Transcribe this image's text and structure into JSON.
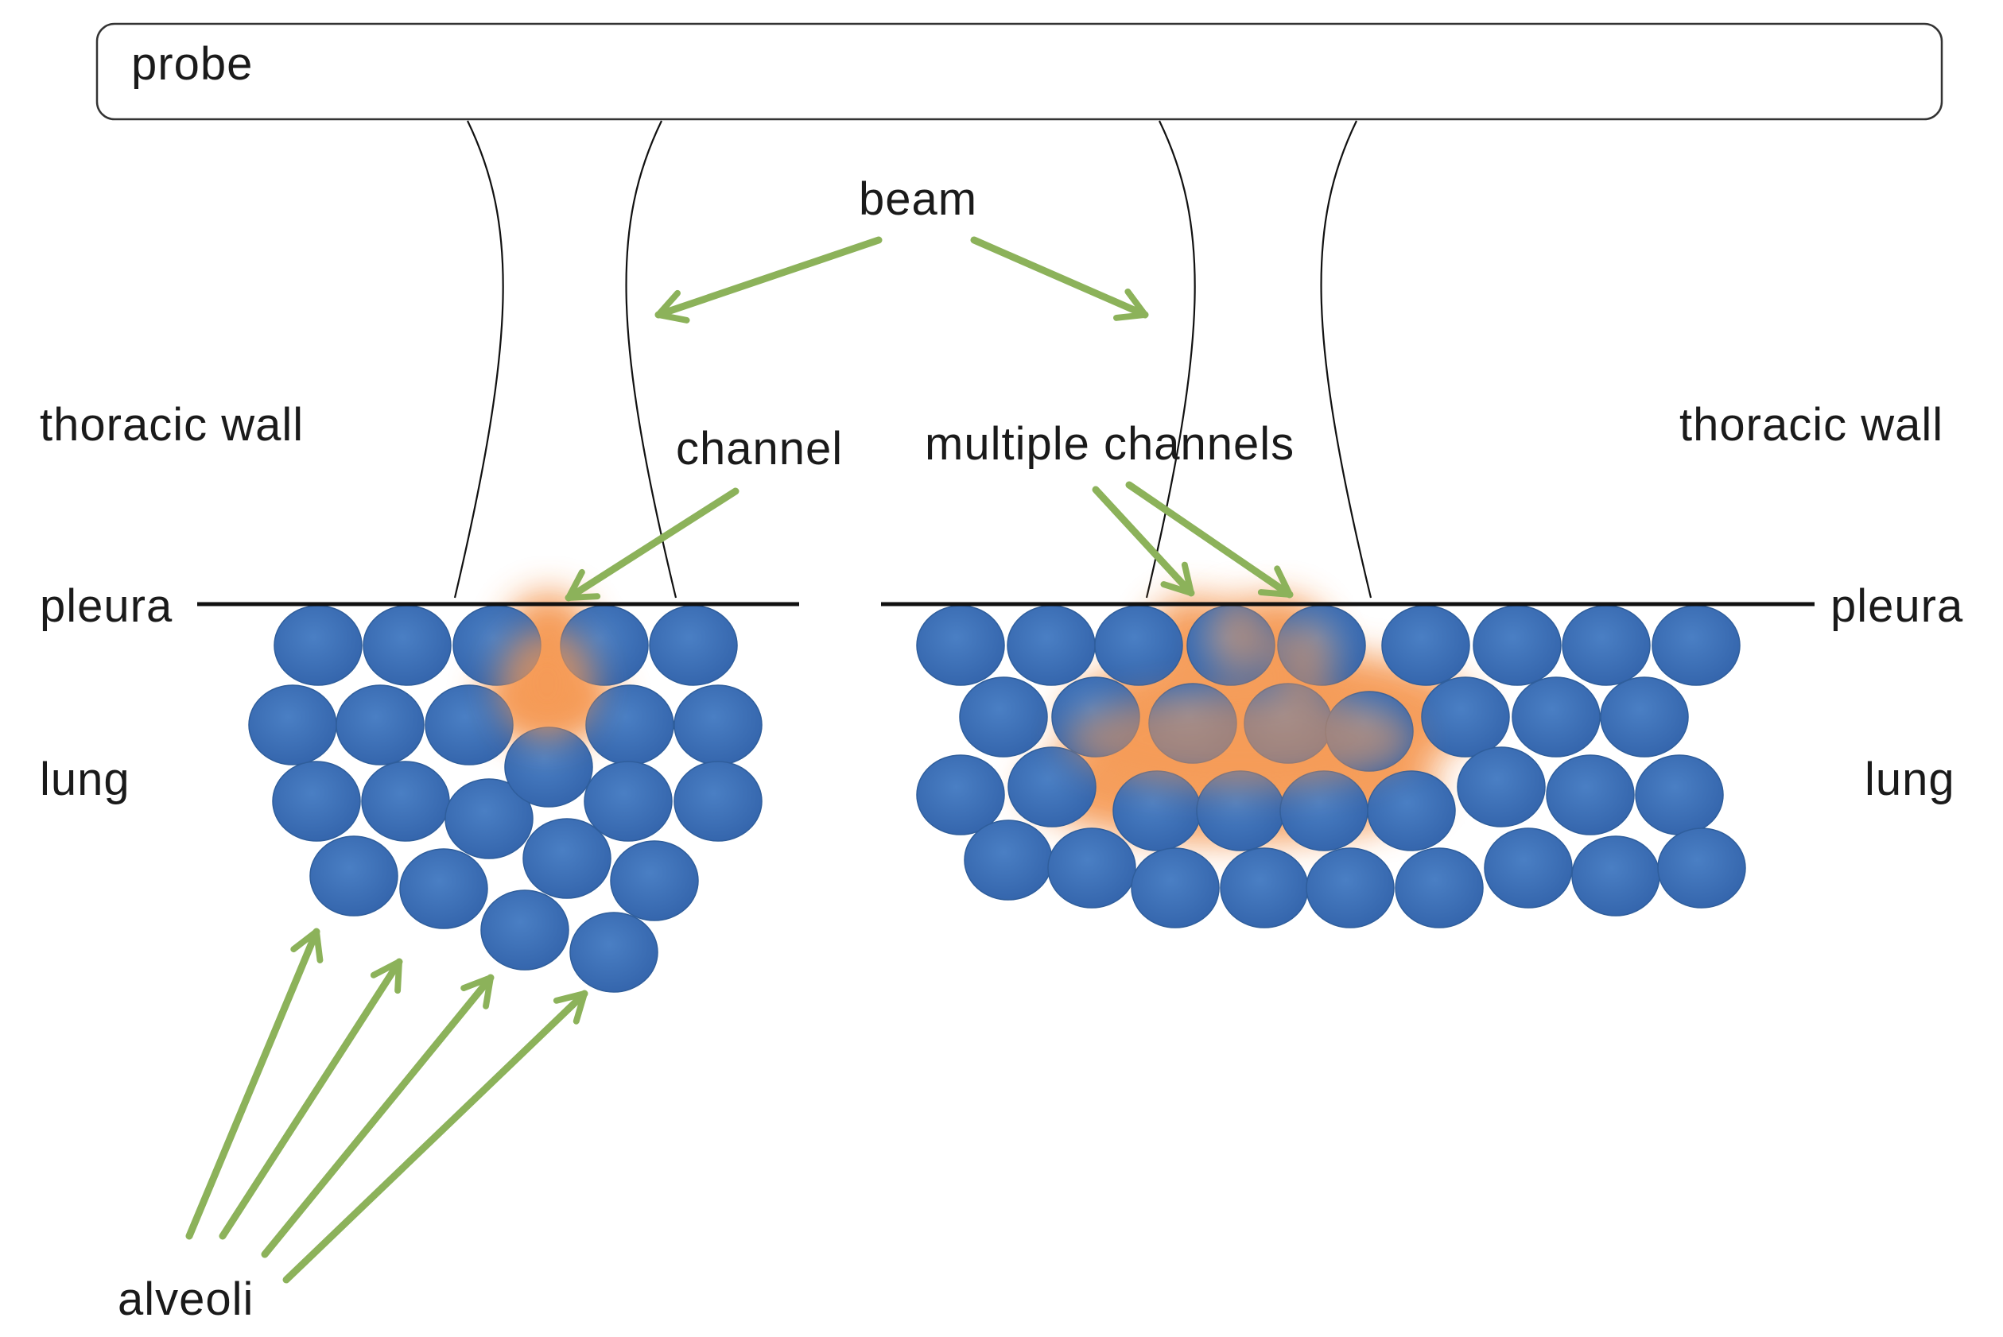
{
  "labels": {
    "probe": "probe",
    "beam": "beam",
    "thoracic_wall_left": "thoracic wall",
    "thoracic_wall_right": "thoracic wall",
    "channel": "channel",
    "multiple_channels": "multiple channels",
    "pleura_left": "pleura",
    "pleura_right": "pleura",
    "lung_left": "lung",
    "lung_right": "lung",
    "alveoli": "alveoli"
  },
  "colors": {
    "alveolus": "#3f72b7",
    "alveolus_edge": "#2f5e9c",
    "arrow": "#8cb25a",
    "channel_glow": "#f5a15f",
    "line": "#111111"
  }
}
